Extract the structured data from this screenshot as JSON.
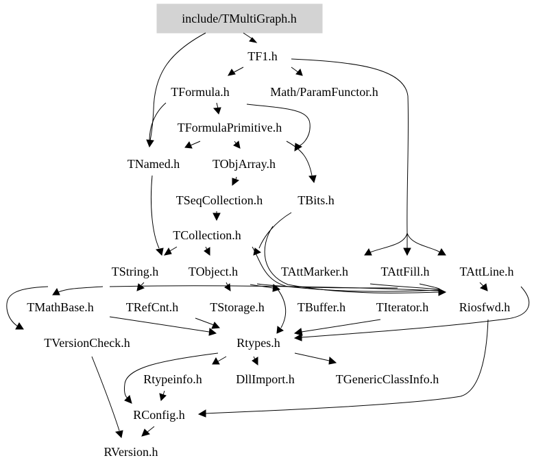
{
  "graph": {
    "root": "include/TMultiGraph.h",
    "nodes": {
      "tf1": "TF1.h",
      "tformula": "TFormula.h",
      "paramfunctor": "Math/ParamFunctor.h",
      "tformulaprimitive": "TFormulaPrimitive.h",
      "tnamed": "TNamed.h",
      "tobjarray": "TObjArray.h",
      "tseqcollection": "TSeqCollection.h",
      "tbits": "TBits.h",
      "tcollection": "TCollection.h",
      "tstring": "TString.h",
      "tobject": "TObject.h",
      "tattmarker": "TAttMarker.h",
      "tattfill": "TAttFill.h",
      "tattline": "TAttLine.h",
      "tmathbase": "TMathBase.h",
      "trefcnt": "TRefCnt.h",
      "tstorage": "TStorage.h",
      "tbuffer": "TBuffer.h",
      "titerator": "TIterator.h",
      "riosfwd": "Riosfwd.h",
      "tversioncheck": "TVersionCheck.h",
      "rtypes": "Rtypes.h",
      "rtypeinfo": "Rtypeinfo.h",
      "dllimport": "DllImport.h",
      "tgenericclassinfo": "TGenericClassInfo.h",
      "rconfig": "RConfig.h",
      "rversion": "RVersion.h"
    }
  }
}
